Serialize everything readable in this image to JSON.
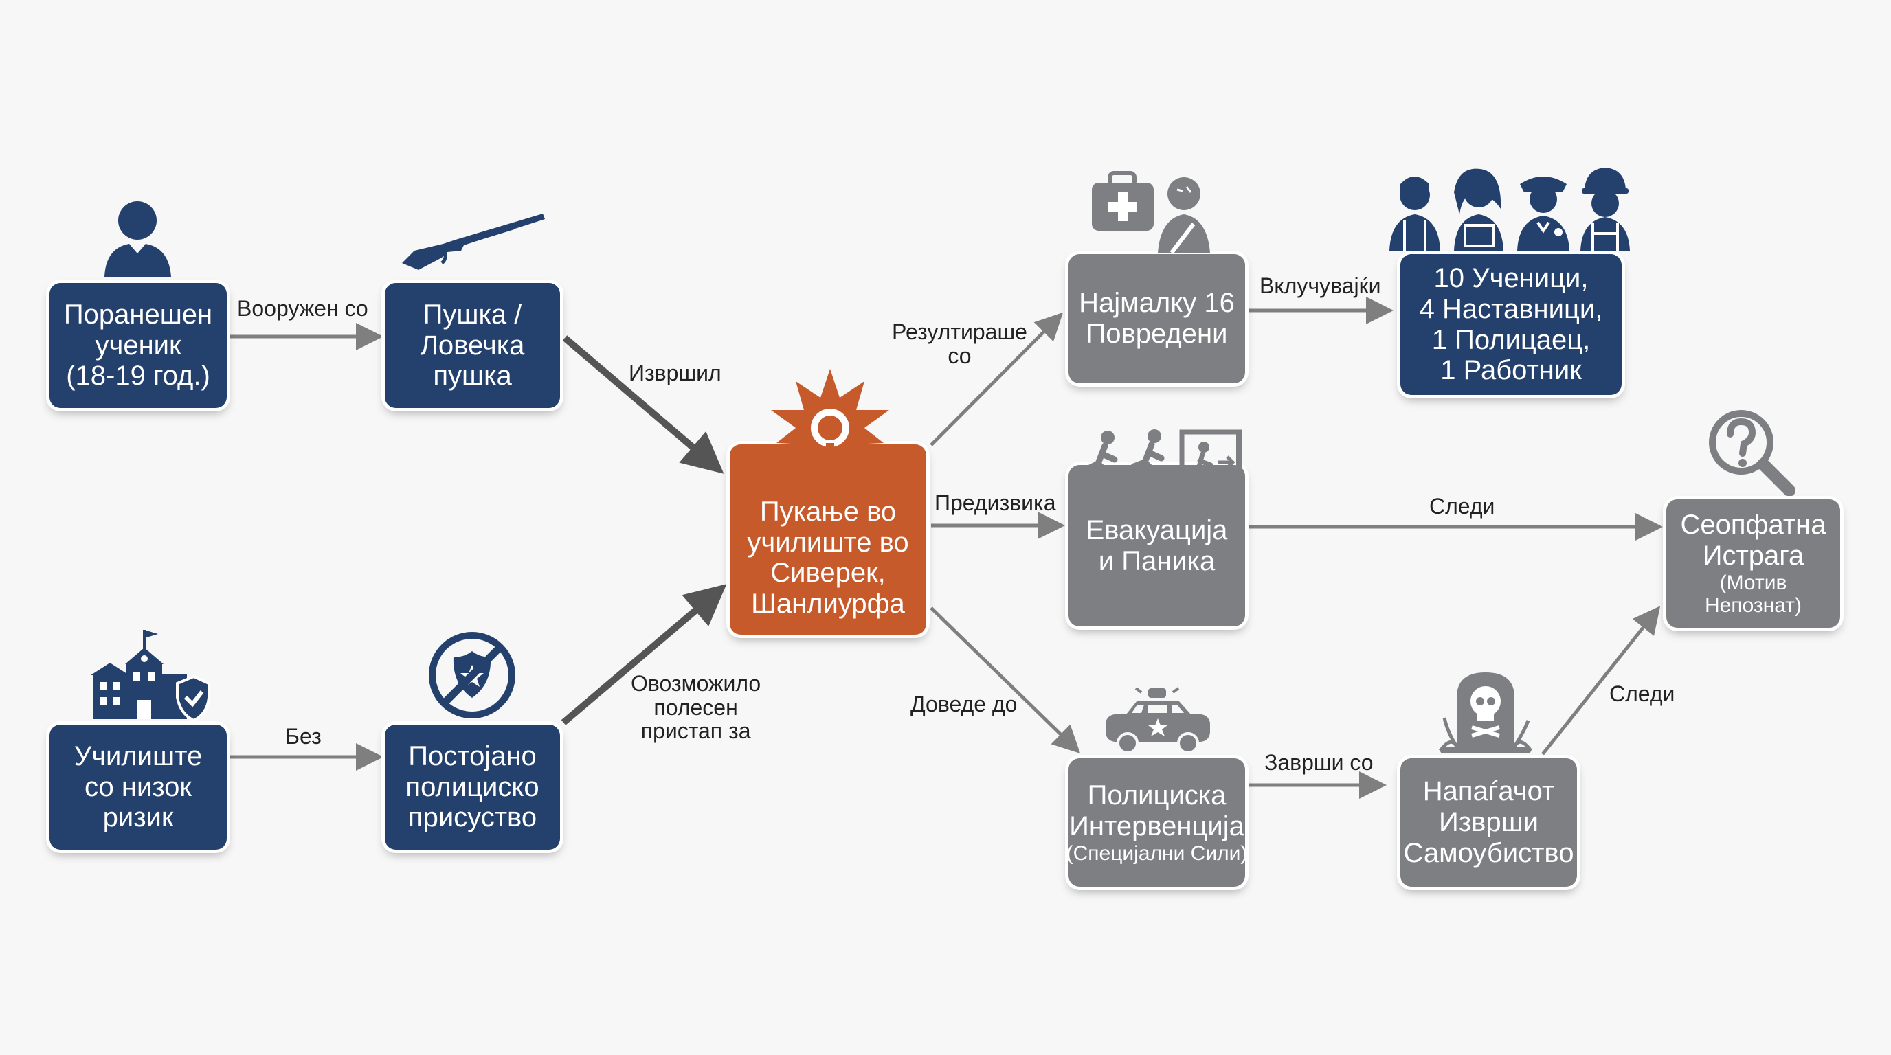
{
  "colors": {
    "navy": "#24406d",
    "gray": "#7d7f82",
    "orange": "#c65a2b",
    "arrow_dark": "#555555",
    "arrow_gray": "#7f7f7f"
  },
  "nodes": {
    "student": {
      "lines": [
        "Поранешен",
        "ученик",
        "(18-19 год.)"
      ],
      "icon": "person-icon"
    },
    "gun": {
      "lines": [
        "Пушка /",
        "Ловечка",
        "пушка"
      ],
      "icon": "shotgun-icon"
    },
    "school": {
      "lines": [
        "Училиште",
        "со низок",
        "ризик"
      ],
      "icon": "school-shield-icon"
    },
    "no_police": {
      "lines": [
        "Постојано",
        "полициско",
        "присуство"
      ],
      "icon": "no-police-icon"
    },
    "shooting": {
      "lines": [
        "Пукање во",
        "училиште во",
        "Сиверек,",
        "Шанлиурфа"
      ],
      "icon": "explosion-target-icon"
    },
    "injured": {
      "lines": [
        "Најмалку 16",
        "Повредени"
      ],
      "icon": "first-aid-injured-icon"
    },
    "victims": {
      "lines": [
        "10 Ученици,",
        "4 Наставници,",
        "1 Полицаец,",
        "1 Работник"
      ],
      "icon": "group-people-icon"
    },
    "evacuation": {
      "lines": [
        "Евакуација",
        "и Паника"
      ],
      "icon": "running-exit-icon"
    },
    "investigation": {
      "lines": [
        "Сеопфатна",
        "Истрага"
      ],
      "note_lines": [
        "(Мотив",
        "Непознат)"
      ],
      "icon": "magnifier-question-icon"
    },
    "police": {
      "lines": [
        "Полициска",
        "Интервенција"
      ],
      "note": "(Специјални Сили)",
      "icon": "police-car-icon"
    },
    "suicide": {
      "lines": [
        "Напаѓачот",
        "Изврши",
        "Самоубиство"
      ],
      "icon": "tombstone-skull-icon"
    }
  },
  "edges": {
    "armed_with": "Вооружен со",
    "committed": "Извршил",
    "without": "Без",
    "enabled": [
      "Овозможило",
      "полесен",
      "пристап за"
    ],
    "resulted": [
      "Резултираше",
      "со"
    ],
    "including": "Вклучувајќи",
    "caused": "Предизвика",
    "followed1": "Следи",
    "led_to": "Доведе до",
    "ended_with": "Заврши со",
    "followed2": "Следи"
  }
}
